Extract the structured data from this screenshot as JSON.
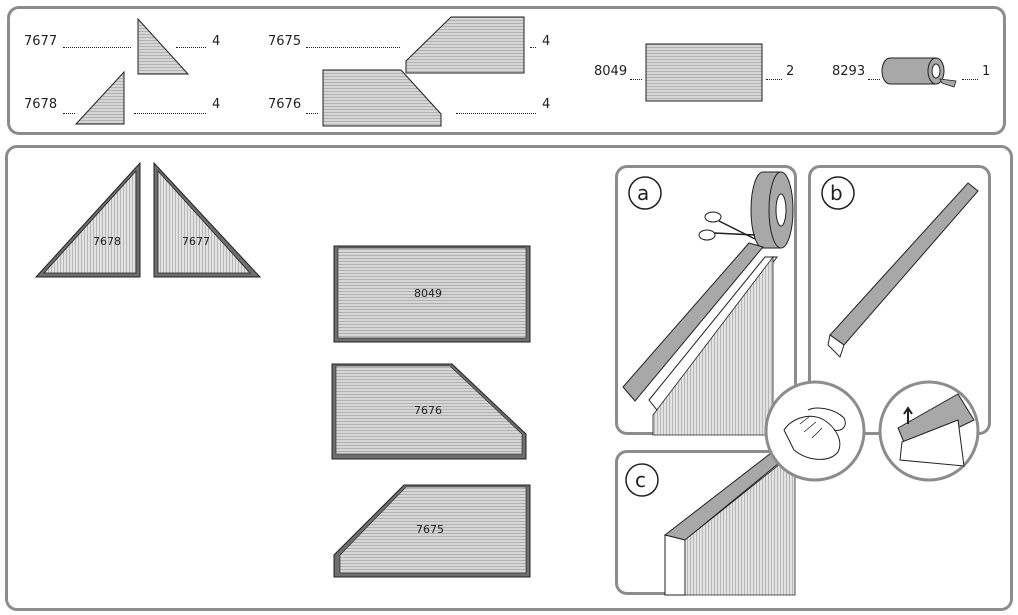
{
  "parts_list": [
    {
      "code": "7677",
      "qty": "4"
    },
    {
      "code": "7678",
      "qty": "4"
    },
    {
      "code": "7675",
      "qty": "4"
    },
    {
      "code": "7676",
      "qty": "4"
    },
    {
      "code": "8049",
      "qty": "2"
    },
    {
      "code": "8293",
      "qty": "1"
    }
  ],
  "assembly": {
    "pieces": {
      "p7678": "7678",
      "p7677": "7677",
      "p8049": "8049",
      "p7676": "7676",
      "p7675": "7675"
    },
    "steps": {
      "a": "a",
      "b": "b",
      "c": "c"
    }
  },
  "colors": {
    "panel_border": "#8c8c8c",
    "panel_fill": "#d0d0d0",
    "tape_fill": "#a8a8a8"
  },
  "icons": {
    "tape_roll": "tape-roll-icon",
    "scissors": "scissors-icon",
    "cloth_hand": "hand-wiping-icon",
    "peel": "peel-backing-icon"
  }
}
